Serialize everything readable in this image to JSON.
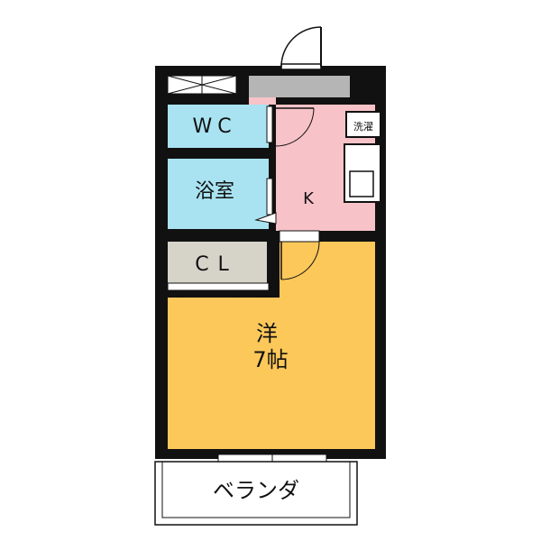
{
  "rooms": {
    "wc": "WC",
    "bath": "浴室",
    "kitchen": "K",
    "closet": "CL",
    "western_room_name": "洋",
    "western_room_size": "7帖",
    "laundry": "洗濯",
    "balcony": "ベランダ"
  },
  "colors": {
    "wall": "#111111",
    "wc_bath": "#a9e3f2",
    "kitchen": "#f7c3c8",
    "western_room": "#fcc85a",
    "closet": "#d6d3c9",
    "entrance": "#b5b5b5"
  }
}
